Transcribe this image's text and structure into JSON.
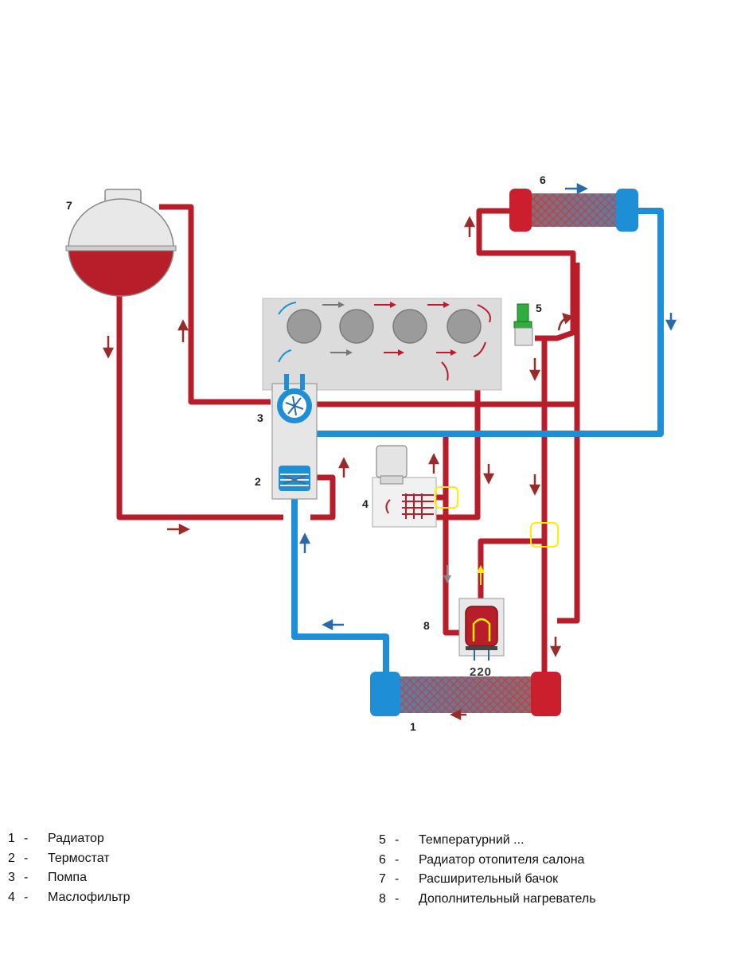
{
  "labels": {
    "radiator": "1",
    "thermostat": "2",
    "pump": "3",
    "oil_filter": "4",
    "temp_sensor": "5",
    "heater_core": "6",
    "expansion_tank": "7",
    "aux_heater": "8",
    "aux_heater_mark": "220"
  },
  "legend_left": [
    {
      "num": "1",
      "dash": "-",
      "text": "Радиатор"
    },
    {
      "num": "2",
      "dash": "-",
      "text": "Термостат"
    },
    {
      "num": "3",
      "dash": "-",
      "text": "Помпа"
    },
    {
      "num": "4",
      "dash": "-",
      "text": "Маслофильтр"
    }
  ],
  "legend_right": [
    {
      "num": "5",
      "dash": "-",
      "text": "Температурний ..."
    },
    {
      "num": "6",
      "dash": "-",
      "text": "Радиатор отопителя салона"
    },
    {
      "num": "7",
      "dash": "-",
      "text": "Расширительный бачок"
    },
    {
      "num": "8",
      "dash": "-",
      "text": "Дополнительный нагреватель"
    }
  ],
  "colors": {
    "hot": "#b81e2a",
    "cold": "#1e8fd6",
    "hot_arrow": "#9a2b2b",
    "cold_arrow": "#2a6aa8",
    "block": "#dcdcdc",
    "highlight": "#ffee00"
  }
}
